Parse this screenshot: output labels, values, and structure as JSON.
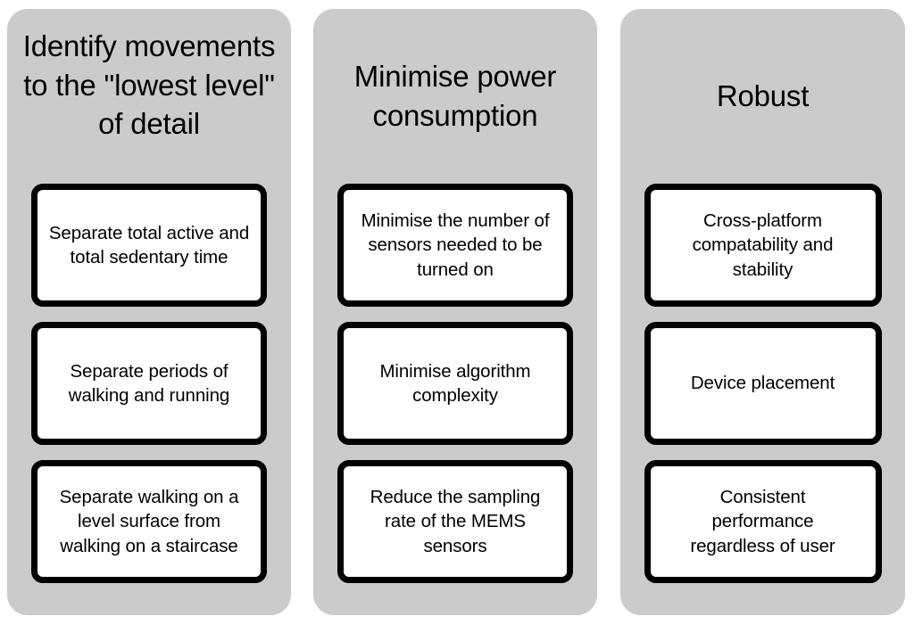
{
  "diagram": {
    "title_semantic": "activity-monitoring-requirements",
    "background_color": "#FFFFFF",
    "panel_color": "#CBCBCB",
    "card_fill_color": "#FFFFFF",
    "card_border_color": "#000000",
    "text_color": "#000000"
  },
  "columns": [
    {
      "id": "lowest-level-detail",
      "header": "Identify movements to the \"lowest level\" of detail",
      "header_align": "top",
      "cards": [
        {
          "id": "active-sedentary",
          "text": "Separate total active and total sedentary time"
        },
        {
          "id": "walking-running",
          "text": "Separate periods of walking and running"
        },
        {
          "id": "level-vs-staircase",
          "text": "Separate walking on a level surface from walking on a staircase"
        }
      ]
    },
    {
      "id": "minimise-power",
      "header": "Minimise power consumption",
      "header_align": "middle",
      "cards": [
        {
          "id": "fewer-sensors",
          "text": "Minimise the number of sensors needed to be turned on"
        },
        {
          "id": "algorithm-complexity",
          "text": "Minimise algorithm complexity"
        },
        {
          "id": "sampling-rate",
          "text": "Reduce the sampling rate of the MEMS sensors"
        }
      ]
    },
    {
      "id": "robust",
      "header": "Robust",
      "header_align": "middle",
      "cards": [
        {
          "id": "cross-platform",
          "text": "Cross-platform compatability and stability"
        },
        {
          "id": "device-placement",
          "text": "Device placement"
        },
        {
          "id": "consistent-performance",
          "text": "Consistent performance regardless of user"
        }
      ]
    }
  ]
}
